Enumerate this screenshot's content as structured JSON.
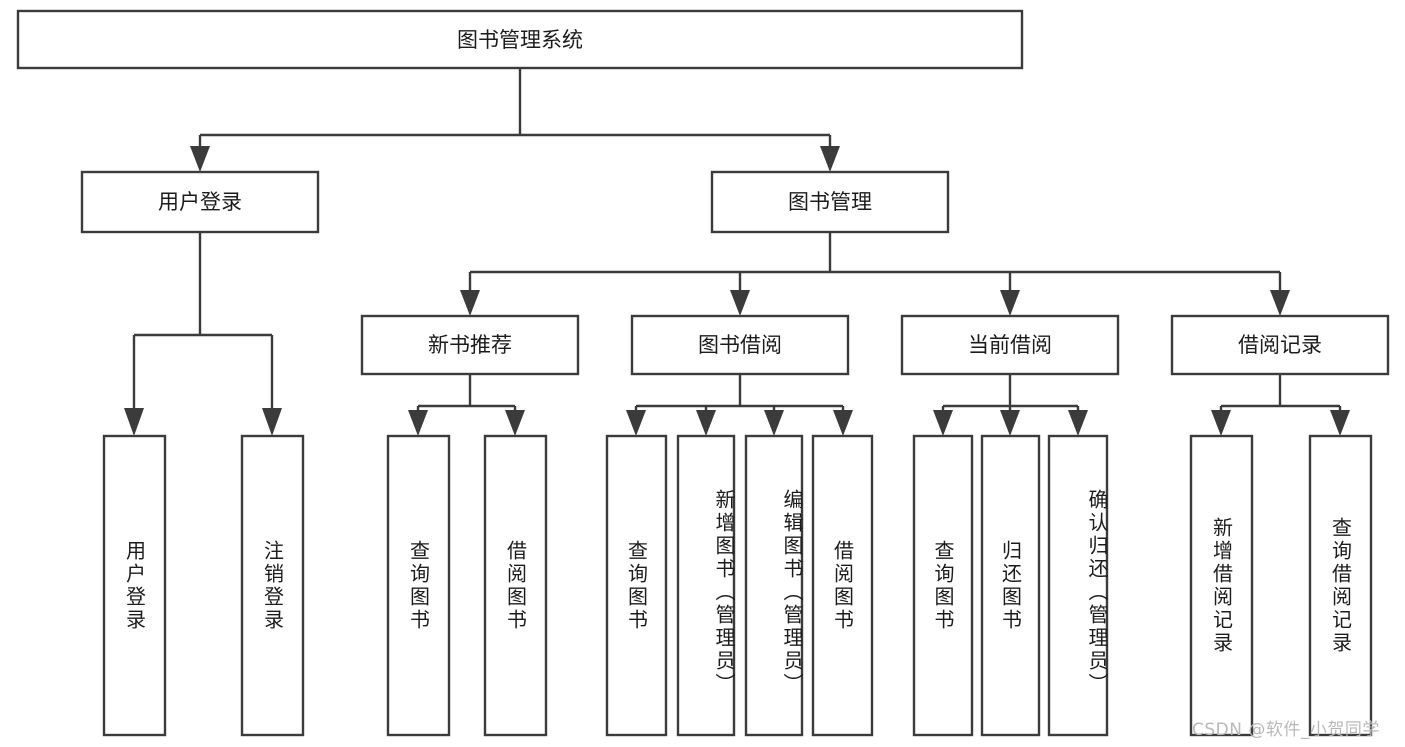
{
  "diagram": {
    "type": "tree-hierarchy",
    "title": "图书管理系统",
    "root": {
      "id": "root",
      "label": "图书管理系统"
    },
    "level2": [
      {
        "id": "user-login",
        "label": "用户登录"
      },
      {
        "id": "book-manage",
        "label": "图书管理"
      }
    ],
    "level3": [
      {
        "id": "new-book-rec",
        "label": "新书推荐"
      },
      {
        "id": "book-borrow",
        "label": "图书借阅"
      },
      {
        "id": "current-borrow",
        "label": "当前借阅"
      },
      {
        "id": "borrow-record",
        "label": "借阅记录"
      }
    ],
    "leaves": {
      "user_login": [
        {
          "id": "leaf-user-login",
          "label": "用户登录"
        },
        {
          "id": "leaf-logout",
          "label": "注销登录"
        }
      ],
      "new_book_rec": [
        {
          "id": "leaf-query-book-1",
          "label": "查询图书"
        },
        {
          "id": "leaf-borrow-book-1",
          "label": "借阅图书"
        }
      ],
      "book_borrow": [
        {
          "id": "leaf-query-book-2",
          "label": "查询图书"
        },
        {
          "id": "leaf-add-book",
          "label": "新增图书（管理员）"
        },
        {
          "id": "leaf-edit-book",
          "label": "编辑图书（管理员）"
        },
        {
          "id": "leaf-borrow-book-2",
          "label": "借阅图书"
        }
      ],
      "current_borrow": [
        {
          "id": "leaf-query-book-3",
          "label": "查询图书"
        },
        {
          "id": "leaf-return-book",
          "label": "归还图书"
        },
        {
          "id": "leaf-confirm-return",
          "label": "确认归还（管理员）"
        }
      ],
      "borrow_record": [
        {
          "id": "leaf-add-record",
          "label": "新增借阅记录"
        },
        {
          "id": "leaf-query-record",
          "label": "查询借阅记录"
        }
      ]
    },
    "colors": {
      "stroke": "#3b3b3b",
      "fill": "#ffffff",
      "text": "#1c1c1c",
      "background": "#ffffff",
      "watermark": "#b9b9b9"
    }
  },
  "watermark": {
    "text": "CSDN @软件_小贺同学"
  }
}
